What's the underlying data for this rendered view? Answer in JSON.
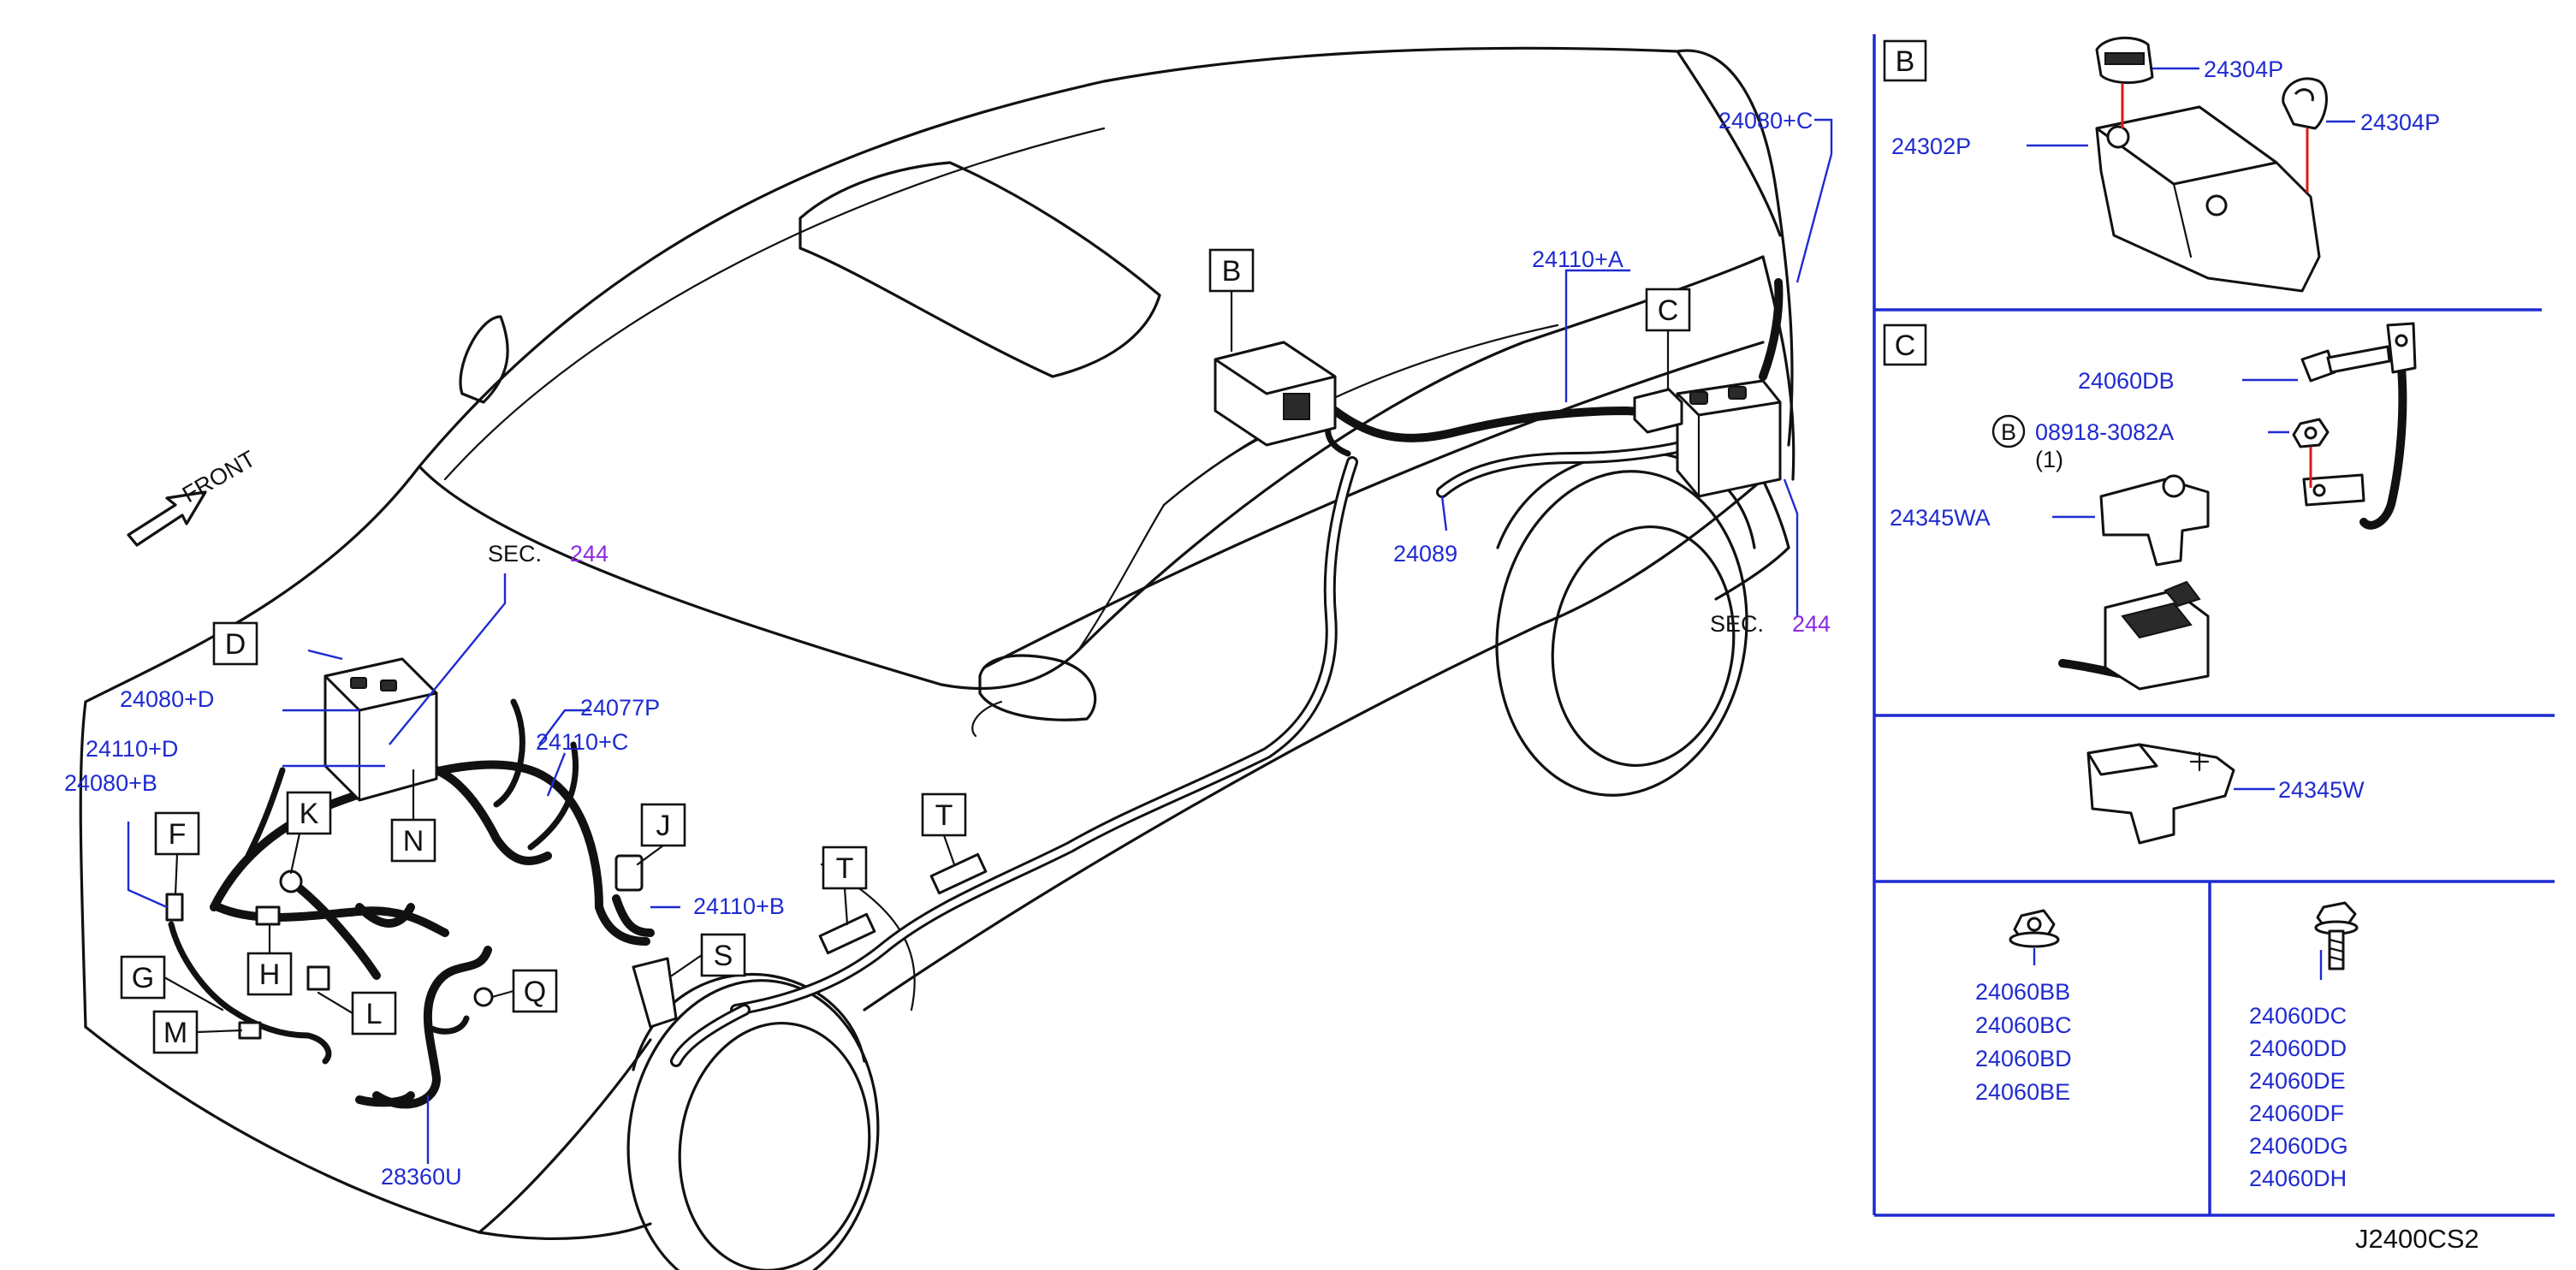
{
  "diagram": {
    "code": "J2400CS2",
    "front_label": "FRONT",
    "sec_labels": [
      {
        "prefix": "SEC.",
        "number": "244"
      },
      {
        "prefix": "SEC.",
        "number": "244"
      }
    ],
    "box_letters": {
      "B": "B",
      "C": "C",
      "D": "D",
      "F": "F",
      "G": "G",
      "H": "H",
      "J": "J",
      "K": "K",
      "L": "L",
      "M": "M",
      "N": "N",
      "Q": "Q",
      "S": "S",
      "T": "T"
    },
    "main_parts": {
      "p24080C": "24080+C",
      "p24110A": "24110+A",
      "p24089": "24089",
      "p24080D": "24080+D",
      "p24110D": "24110+D",
      "p24080B": "24080+B",
      "p24077P": "24077P",
      "p24110C": "24110+C",
      "p24110B": "24110+B",
      "p28360U": "28360U"
    },
    "inset_b": {
      "label": "B",
      "parts": {
        "p24304P_a": "24304P",
        "p24304P_b": "24304P",
        "p24302P": "24302P"
      }
    },
    "inset_c": {
      "label": "C",
      "parts": {
        "p24060DB": "24060DB",
        "p08918": "08918-3082A",
        "qty": "(1)",
        "bolt_mark": "B",
        "p24345WA": "24345WA"
      }
    },
    "inset_w": {
      "parts": {
        "p24345W": "24345W"
      }
    },
    "inset_nut": {
      "parts": [
        "24060BB",
        "24060BC",
        "24060BD",
        "24060BE"
      ]
    },
    "inset_bolt": {
      "parts": [
        "24060DC",
        "24060DD",
        "24060DE",
        "24060DF",
        "24060DG",
        "24060DH"
      ]
    }
  }
}
